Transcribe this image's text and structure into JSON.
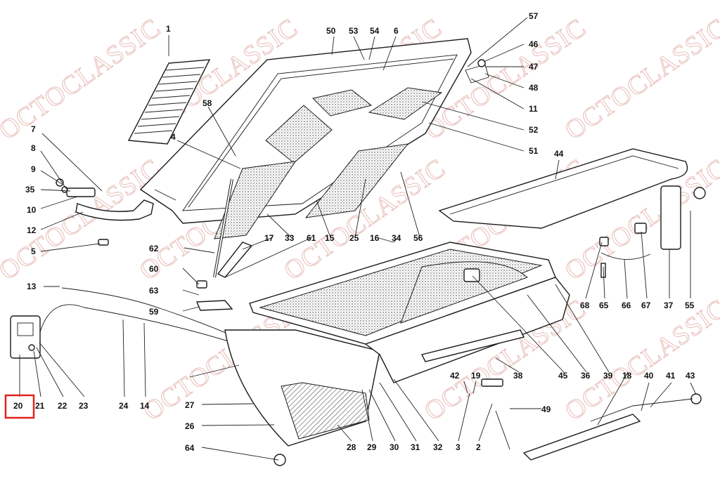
{
  "watermark": {
    "text": "OCTOCLASSIC"
  },
  "highlight": {
    "part": "20",
    "color": "#e2231a"
  },
  "part_numbers": {
    "p1": "1",
    "p2": "2",
    "p3": "3",
    "p4": "4",
    "p5": "5",
    "p6": "6",
    "p7": "7",
    "p8": "8",
    "p9": "9",
    "p10": "10",
    "p11": "11",
    "p12": "12",
    "p13": "13",
    "p14": "14",
    "p15": "15",
    "p16": "16",
    "p17": "17",
    "p18": "18",
    "p19": "19",
    "p20": "20",
    "p21": "21",
    "p22": "22",
    "p23": "23",
    "p24": "24",
    "p25": "25",
    "p26": "26",
    "p27": "27",
    "p28": "28",
    "p29": "29",
    "p30": "30",
    "p31": "31",
    "p32": "32",
    "p33": "33",
    "p34": "34",
    "p35": "35",
    "p36": "36",
    "p37": "37",
    "p38": "38",
    "p39": "39",
    "p40": "40",
    "p41": "41",
    "p42": "42",
    "p43": "43",
    "p44": "44",
    "p45": "45",
    "p46": "46",
    "p47": "47",
    "p48": "48",
    "p49": "49",
    "p50": "50",
    "p51": "51",
    "p52": "52",
    "p53": "53",
    "p54": "54",
    "p55": "55",
    "p56": "56",
    "p57": "57",
    "p58": "58",
    "p59": "59",
    "p60": "60",
    "p61": "61",
    "p62": "62",
    "p63": "63",
    "p64": "64",
    "p65": "65",
    "p66": "66",
    "p67": "67",
    "p68": "68"
  }
}
